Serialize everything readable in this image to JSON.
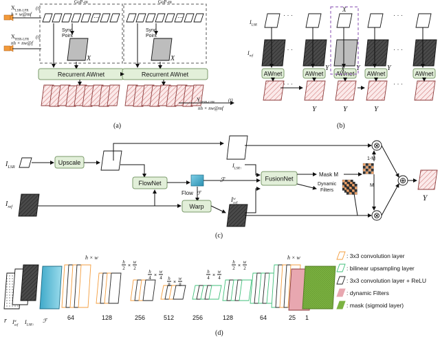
{
  "panel_a": {
    "caption": "(a)",
    "gop_label": "GoP-",
    "gop_m": "m",
    "lsr_input": "X",
    "lsr_input_sub": "LSR-LFR",
    "lsr_input_t": "(t)",
    "lsr_size": "h × w@mf",
    "hsr_input": "X",
    "hsr_input_sub": "HSR-LFR",
    "hsr_input_t": "(t)",
    "hsr_size": "nh × nw@f",
    "sync_point": "Sync",
    "sync_point2": "Point",
    "X_label": "X",
    "recurrent": "Recurrent AWnet",
    "output": "Y",
    "output_sub": "HSR-LFR",
    "output_t": "(t)",
    "output_size": "nh × nw@mf",
    "ellipsis": "⋯"
  },
  "panel_b": {
    "caption": "(b)",
    "ilsr": "I",
    "ilsr_sub": "LSR",
    "iref": "I",
    "iref_sub": "ref",
    "awnet": "AWnet",
    "X": "X",
    "Y": "Y",
    "dots": "· · ·"
  },
  "panel_c": {
    "caption": "(c)",
    "ilsr": "I",
    "ilsr_sub": "LSR",
    "upscale": "Upscale",
    "flownet": "FlowNet",
    "warp": "Warp",
    "fusionnet": "FusionNet",
    "flow": "Flow",
    "flow_sym": "ℱ",
    "script_f": "ℱ",
    "ilsr_up": "I",
    "ilsr_up_sub": "LSR↑",
    "iref_w": "I",
    "iref_w_sup": "w",
    "iref_w_sub": "ref",
    "iref": "I",
    "iref_sub": "ref",
    "mask_m": "Mask M",
    "one_minus_m": "1-M",
    "m": "M",
    "dynamic": "Dynamic",
    "filters": "Filters",
    "Y": "Y",
    "times": "⊗",
    "plus": "⊕"
  },
  "panel_d": {
    "caption": "(d)",
    "input_r": "r",
    "input_ref": "I",
    "input_ref_sup": "w",
    "input_ref_sub": "ref",
    "input_lsr": "I",
    "input_lsr_sub": "LSR↑",
    "input_f": "ℱ",
    "hw": "h × w",
    "h2": "h",
    "w2": "w",
    "two": "2",
    "four": "4",
    "eight": "8",
    "times": "×",
    "ch64": "64",
    "ch128": "128",
    "ch256": "256",
    "ch512": "512",
    "ch256b": "256",
    "ch128b": "128",
    "ch64b": "64",
    "ch25": "25",
    "ch1": "1",
    "legend": [
      {
        "label": ": 3x3 convolution layer",
        "color": "#f39c3c"
      },
      {
        "label": ": bilinear upsampling layer",
        "color": "#3fbf7a"
      },
      {
        "label": ": 3x3 convolution layer + ReLU",
        "color": "#222222"
      },
      {
        "label": ": dynamic Filters",
        "color": "#e8a7b0"
      },
      {
        "label": ": mask (sigmoid layer)",
        "color": "#7cb342"
      }
    ]
  }
}
